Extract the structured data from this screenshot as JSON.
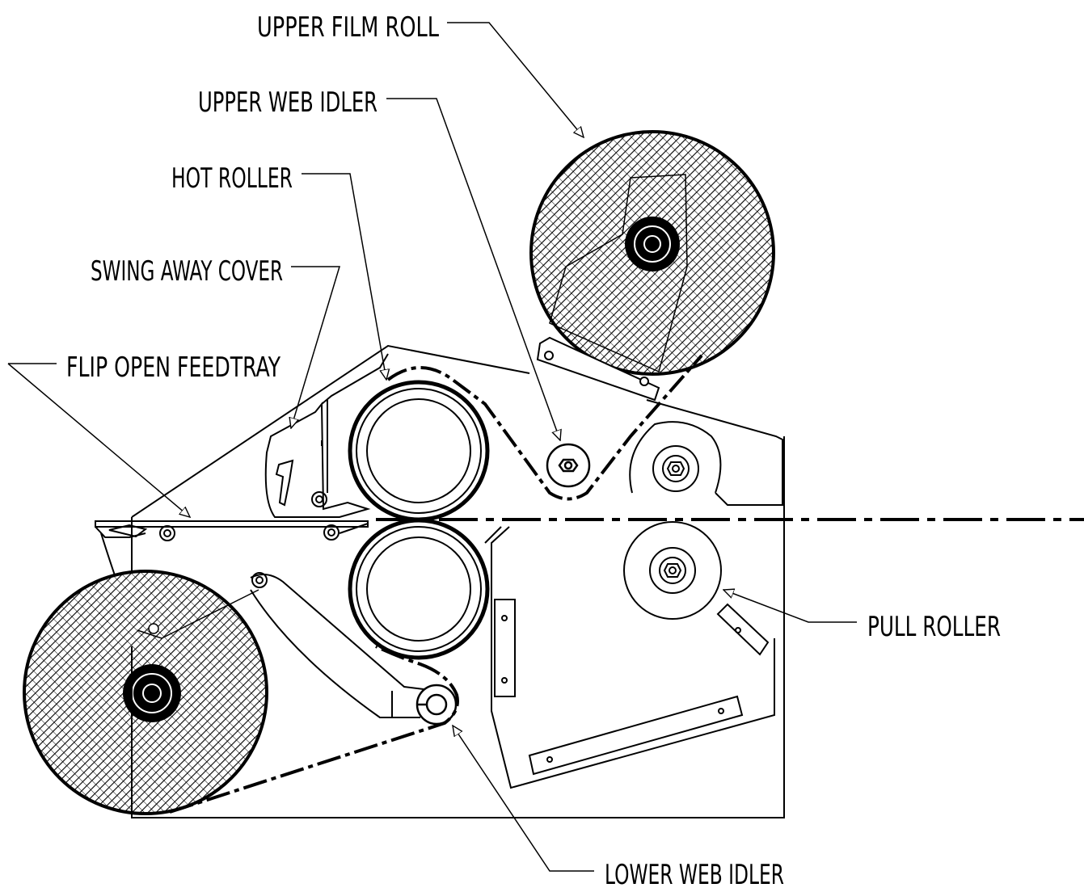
{
  "labels": {
    "upper_film_roll": "UPPER FILM ROLL",
    "upper_web_idler": "UPPER WEB IDLER",
    "hot_roller": "HOT ROLLER",
    "swing_away_cover": "SWING AWAY COVER",
    "flip_open_feedtray": "FLIP OPEN FEEDTRAY",
    "pull_roller": "PULL ROLLER",
    "lower_web_idler": "LOWER WEB IDLER"
  },
  "colors": {
    "line": "#000000",
    "background": "#ffffff"
  }
}
